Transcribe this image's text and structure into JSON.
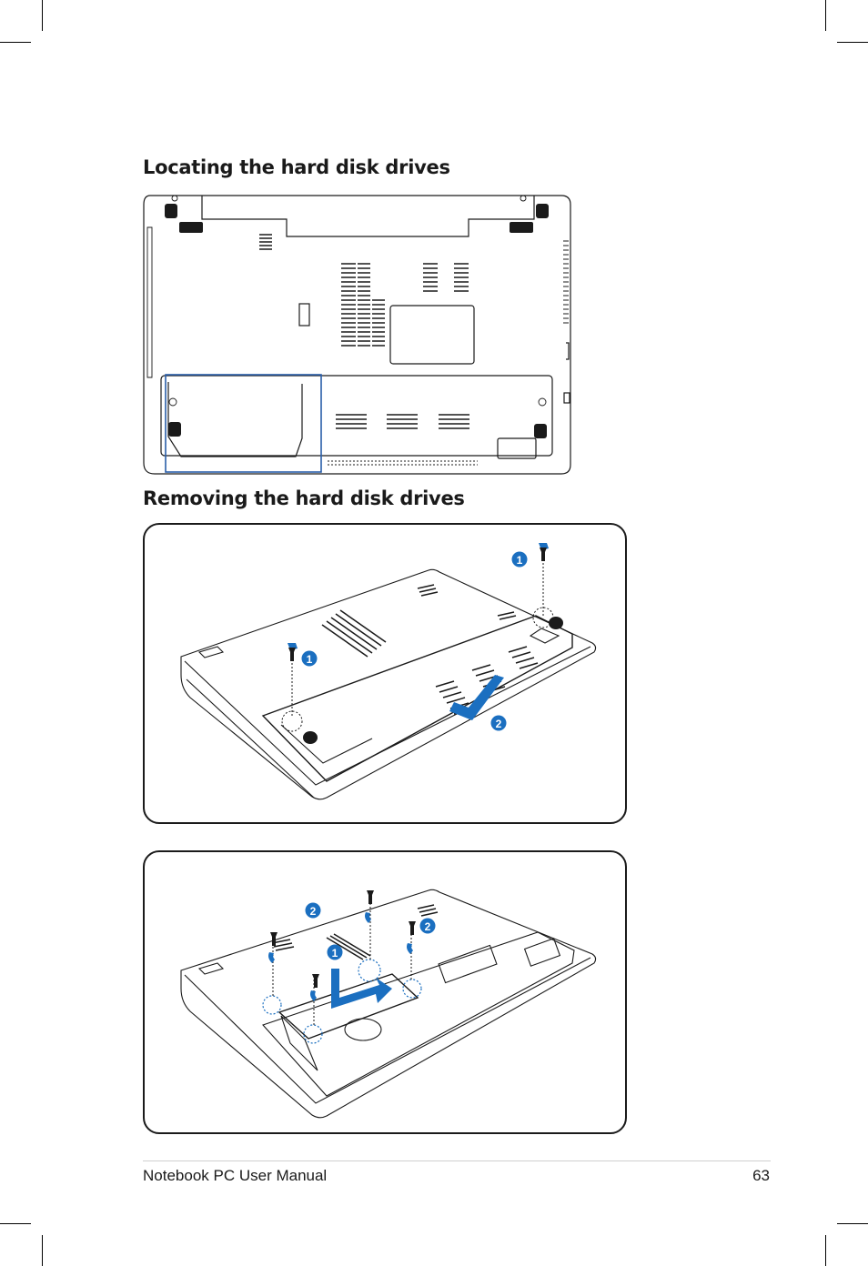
{
  "page": {
    "section_locating": "Locating the hard disk drives",
    "section_removing": "Removing the hard disk drives",
    "footer_title": "Notebook PC User Manual",
    "page_number": "63"
  },
  "figure1": {
    "step_markers": [
      "1",
      "1",
      "2"
    ]
  },
  "figure2": {
    "step_markers": [
      "2",
      "2",
      "1"
    ]
  },
  "colors": {
    "accent_blue": "#1b6fc0",
    "highlight_box": "#2a5ea8",
    "line": "#1a1a1a"
  }
}
